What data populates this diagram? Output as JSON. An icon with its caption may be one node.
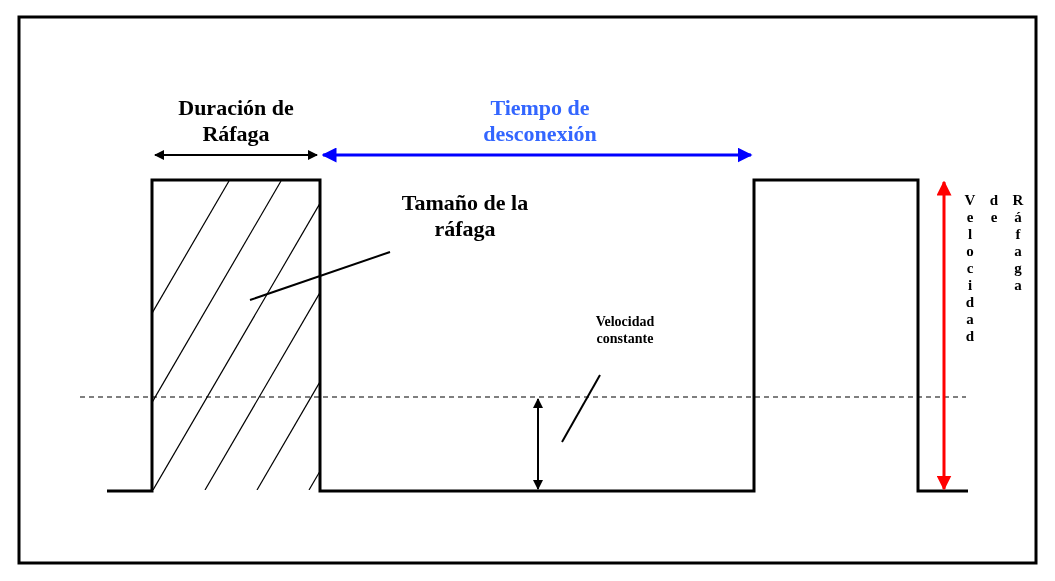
{
  "diagram": {
    "nodes": [
      {
        "text": [
          "Tamaño de la ráfaga"
        ]
      },
      {
        "text": [],
        "shape": "box"
      },
      {
        "text": [
          "Velocidad constante"
        ]
      }
    ],
    "edges": [
      {
        "from": 0,
        "to": 1,
        "arrow": "none"
      },
      {
        "from": 2,
        "to": null,
        "arrow": "none"
      }
    ],
    "labels": [
      "Duración de Ráfaga",
      "Tiempo de desconexión",
      "Velocidad de Ráfaga"
    ]
  }
}
